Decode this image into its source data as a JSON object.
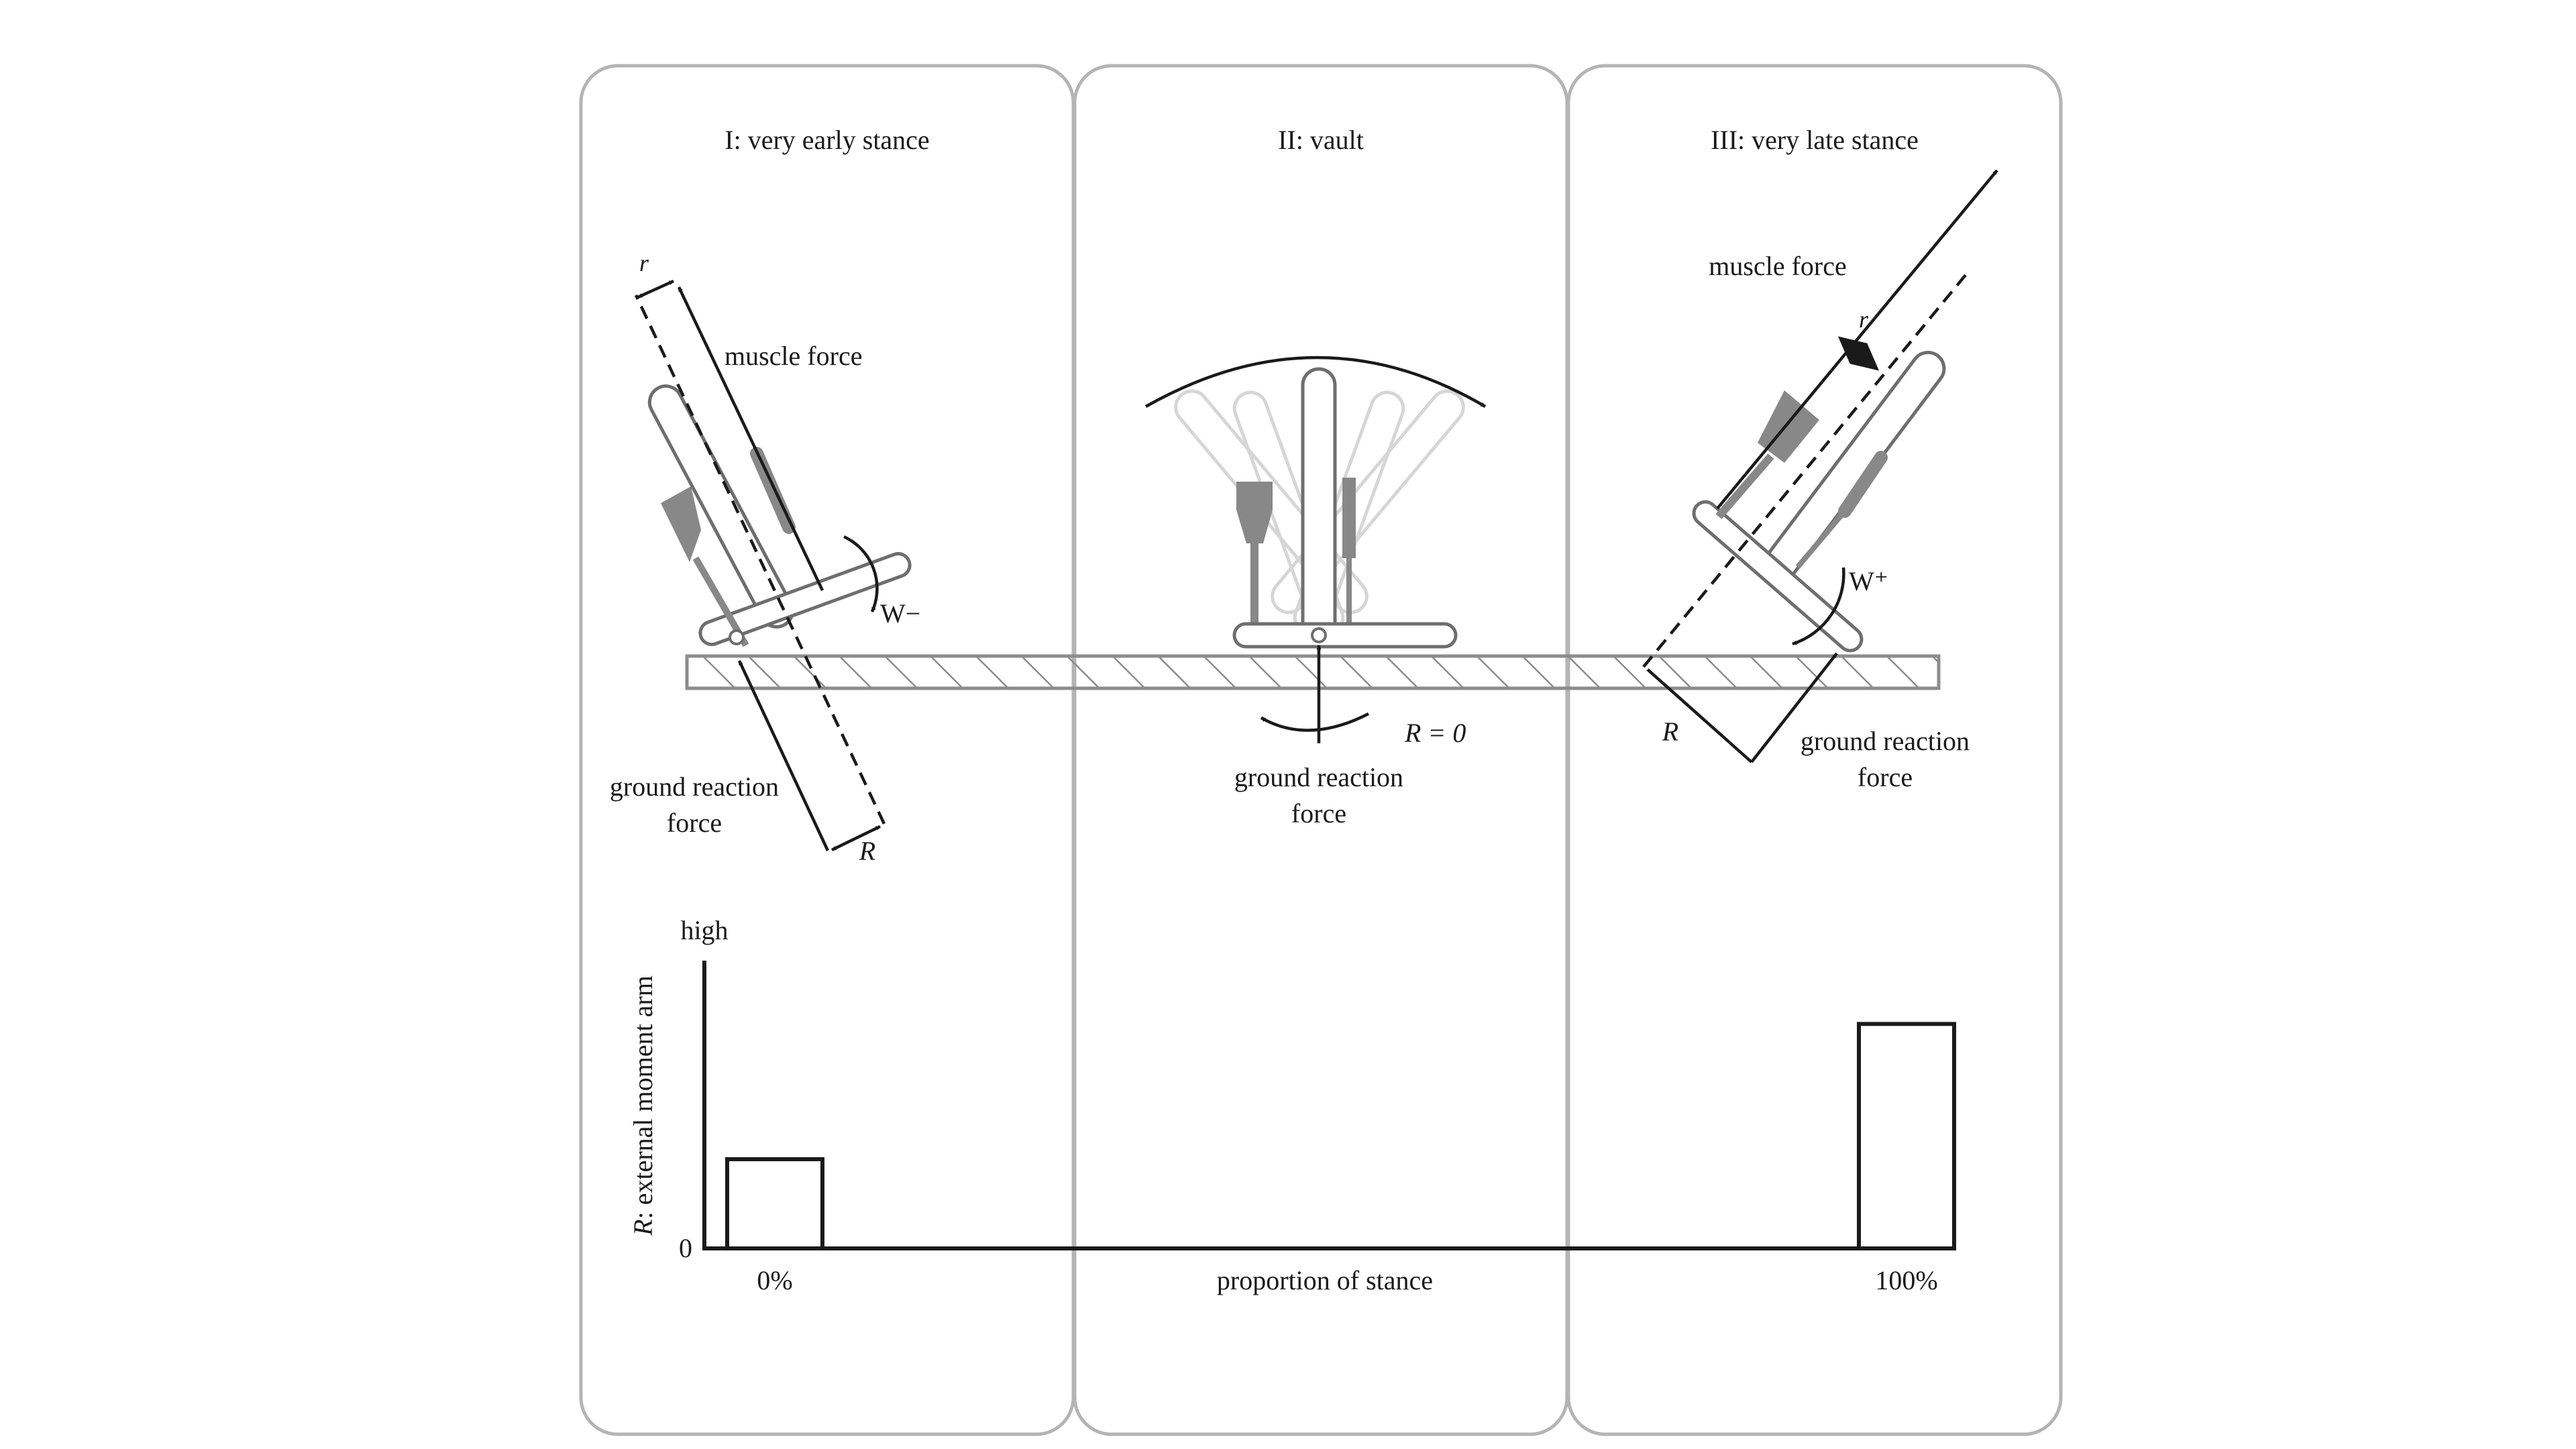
{
  "panels": [
    {
      "title": "I: very early stance",
      "muscle_label": "muscle force",
      "moment_arm_label": "r",
      "grf_label_line1": "ground reaction",
      "grf_label_line2": "force",
      "external_arm_label": "R",
      "work_label": "W−"
    },
    {
      "title": "II: vault",
      "grf_label_line1": "ground reaction",
      "grf_label_line2": "force",
      "external_arm_label": "R = 0"
    },
    {
      "title": "III: very late stance",
      "muscle_label": "muscle force",
      "moment_arm_label": "r",
      "grf_label_line1": "ground reaction",
      "grf_label_line2": "force",
      "external_arm_label": "R",
      "work_label": "W⁺"
    }
  ],
  "chart_data": {
    "type": "bar",
    "ylabel": "R: external moment arm",
    "ytick_labels": [
      "0",
      "high"
    ],
    "xlabel": "proportion of stance",
    "xtick_labels": [
      "0%",
      "100%"
    ],
    "bars": [
      {
        "x_position": "0%",
        "value": 0.31
      },
      {
        "x_position": "100%",
        "value": 0.78
      }
    ],
    "ylim": [
      0,
      1
    ]
  },
  "colors": {
    "panel_border": "#b4b4b4",
    "ink": "#1a1a1a",
    "bone_outline": "#6e6e6e",
    "muscle": "#888888",
    "ghost": "#d6d6d6"
  }
}
